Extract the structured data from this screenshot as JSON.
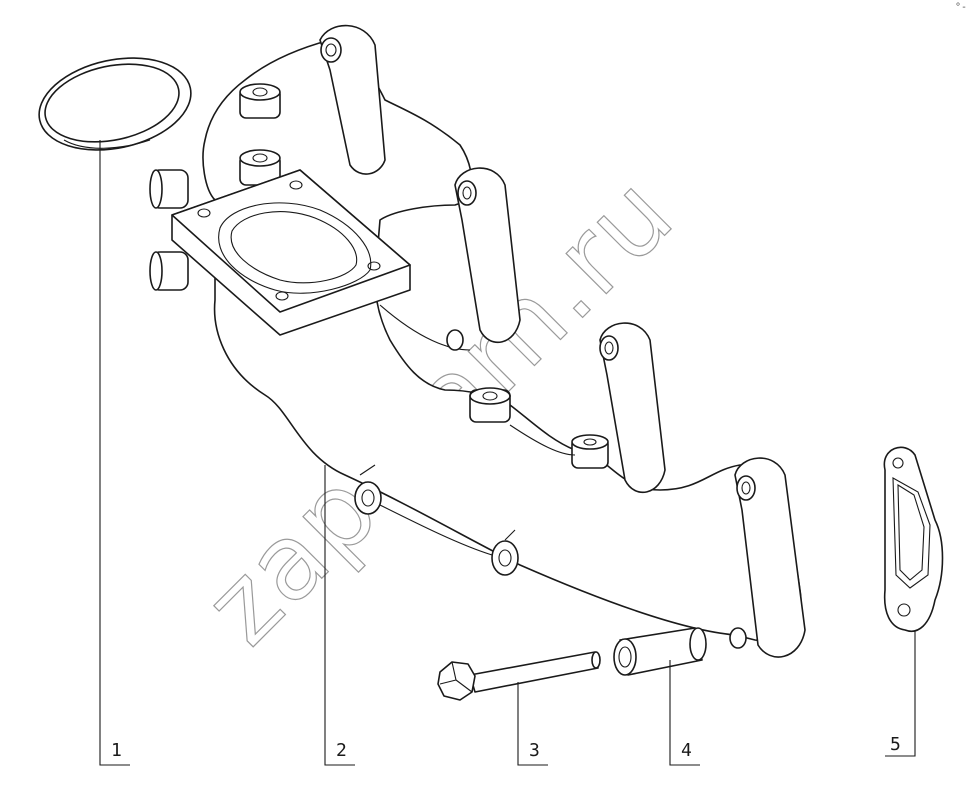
{
  "diagram": {
    "watermark": "zap-kam.ru",
    "corner_mark": "°-",
    "callouts": [
      {
        "id": "1",
        "label": "1"
      },
      {
        "id": "2",
        "label": "2"
      },
      {
        "id": "3",
        "label": "3"
      },
      {
        "id": "4",
        "label": "4"
      },
      {
        "id": "5",
        "label": "5"
      }
    ]
  }
}
